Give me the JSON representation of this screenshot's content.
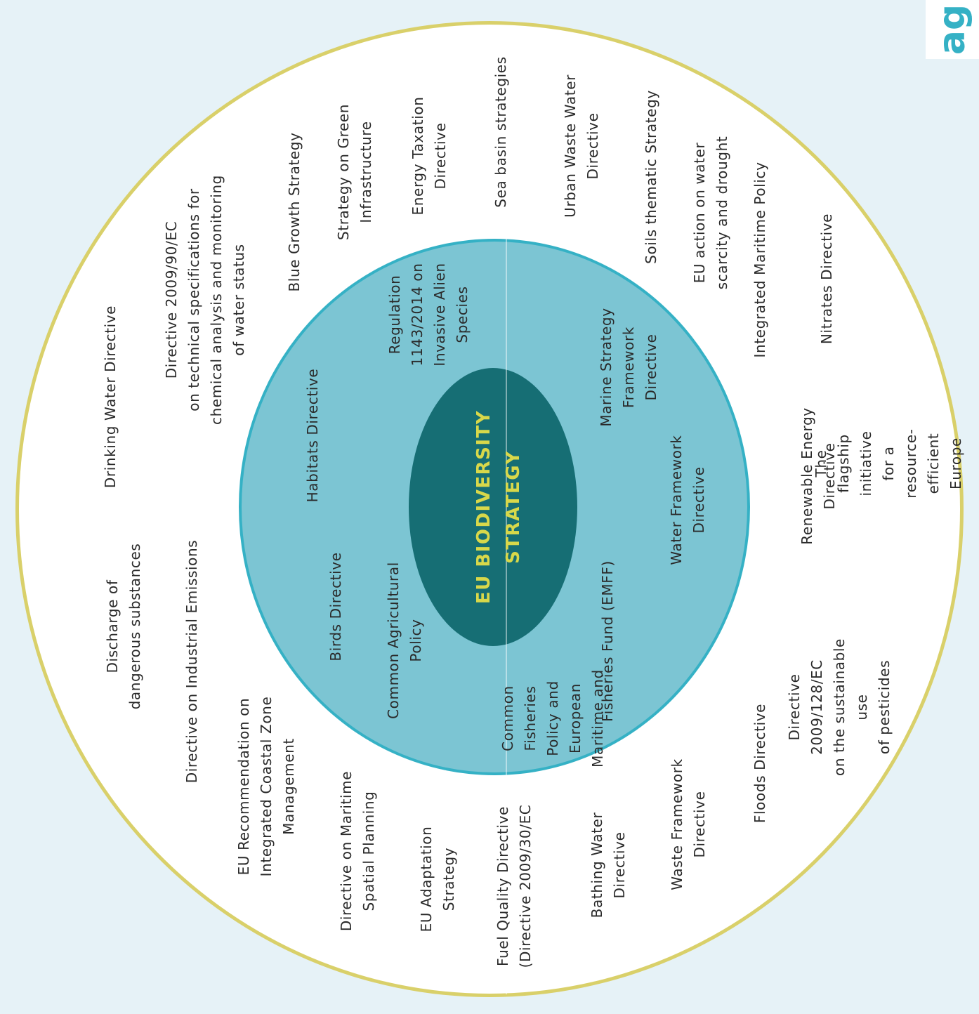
{
  "center": {
    "label": "EU BIODIVERSITY\nSTRATEGY",
    "color": "#d8d84a"
  },
  "inner_ring": {
    "habitats": "Habitats Directive",
    "regulation": "Regulation\n1143/2014 on\nInvasive Alien\nSpecies",
    "birds": "Birds Directive",
    "cap": "Common Agricultural\nPolicy",
    "msfd": "Marine Strategy\nFramework\nDirective",
    "wfd": "Water Framework\nDirective",
    "cfp": "Common\nFisheries\nPolicy and\nEuropean\nMaritime and",
    "emff": "Fisheries Fund (EMFF)"
  },
  "outer_ring": {
    "drinking": "Drinking Water Directive",
    "directive2009_90": "Directive 2009/90/EC\non technical specifications for\nchemical analysis and monitoring\nof water status",
    "blue_growth": "Blue Growth Strategy",
    "green_infra": "Strategy on Green\nInfrastructure",
    "energy_tax": "Energy Taxation\nDirective",
    "sea_basin": "Sea basin strategies",
    "urban_waste": "Urban Waste Water\nDirective",
    "soils": "Soils thematic Strategy",
    "water_scarcity": "EU action on water\nscarcity and drought",
    "maritime_policy": "Integrated Maritime Policy",
    "nitrates": "Nitrates Directive",
    "discharge": "Discharge of\ndangerous substances",
    "industrial": "Directive on Industrial Emissions",
    "iczm": "EU Recommendation on\nIntegrated Coastal Zone\nManagement",
    "msp": "Directive on Maritime\nSpatial Planning",
    "adaptation": "EU Adaptation\nStrategy",
    "fuel": "Fuel Quality Directive\n(Directive 2009/30/EC",
    "bathing": "Bathing Water\nDirective",
    "waste": "Waste Framework\nDirective",
    "floods": "Floods Directive",
    "pesticides": "Directive 2009/128/EC\non the sustainable use\nof pesticides",
    "renewable": "Renewable Energy\nDirective",
    "flagship": "The flagship initiative for a\nresource-efficient Europe"
  },
  "logo": {
    "text": "ag"
  },
  "colors": {
    "background": "#e6f2f7",
    "outer_fill": "#ffffff",
    "outer_border": "#d9d06a",
    "middle_fill": "#7cc5d3",
    "middle_border": "#35b1c5",
    "core_fill": "#166e74"
  }
}
